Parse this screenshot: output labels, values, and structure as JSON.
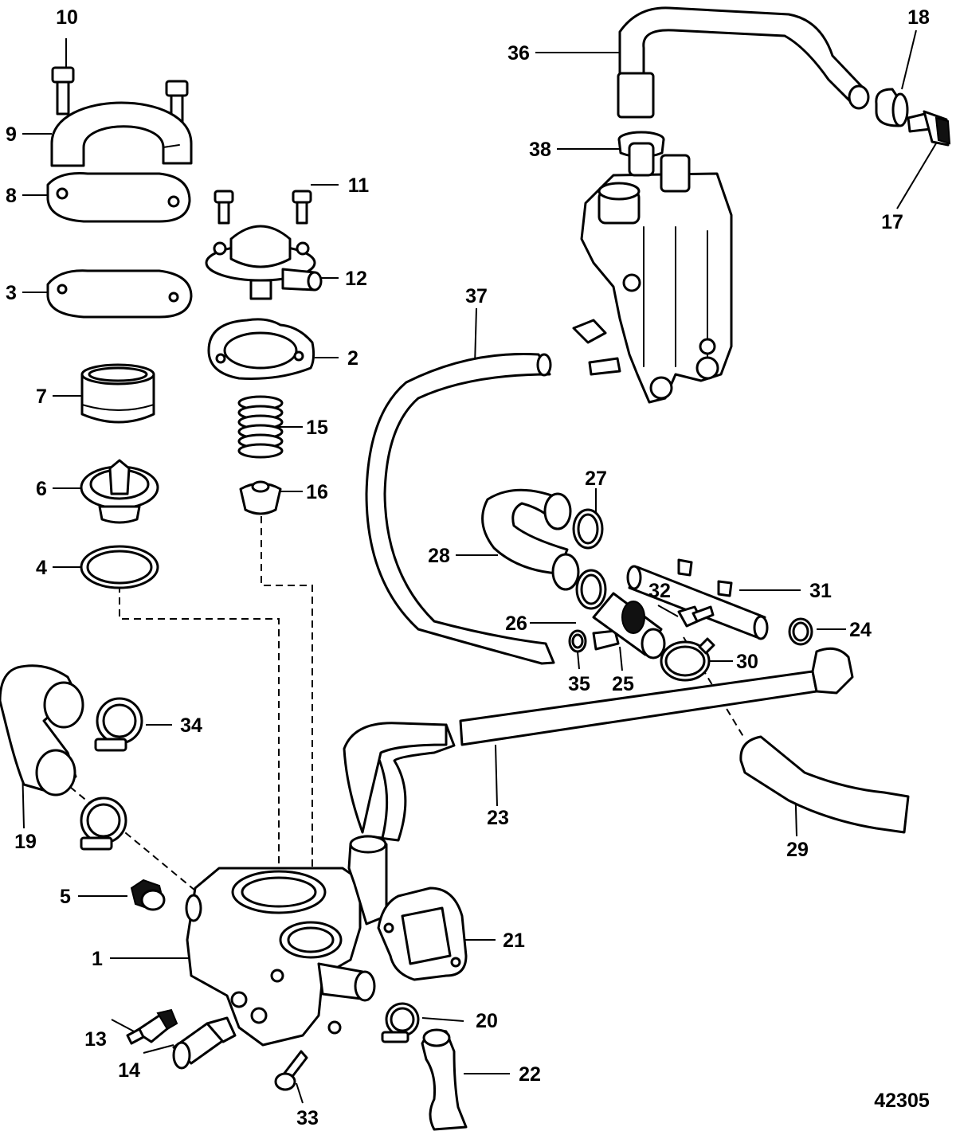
{
  "figure_number": "42305",
  "callouts": [
    {
      "id": "c10",
      "label": "10"
    },
    {
      "id": "c9",
      "label": "9"
    },
    {
      "id": "c8",
      "label": "8"
    },
    {
      "id": "c3",
      "label": "3"
    },
    {
      "id": "c7",
      "label": "7"
    },
    {
      "id": "c6",
      "label": "6"
    },
    {
      "id": "c4",
      "label": "4"
    },
    {
      "id": "c11",
      "label": "11"
    },
    {
      "id": "c12",
      "label": "12"
    },
    {
      "id": "c2",
      "label": "2"
    },
    {
      "id": "c15",
      "label": "15"
    },
    {
      "id": "c16",
      "label": "16"
    },
    {
      "id": "c36",
      "label": "36"
    },
    {
      "id": "c18",
      "label": "18"
    },
    {
      "id": "c38",
      "label": "38"
    },
    {
      "id": "c17",
      "label": "17"
    },
    {
      "id": "c37",
      "label": "37"
    },
    {
      "id": "c27",
      "label": "27"
    },
    {
      "id": "c28",
      "label": "28"
    },
    {
      "id": "c31",
      "label": "31"
    },
    {
      "id": "c32",
      "label": "32"
    },
    {
      "id": "c26",
      "label": "26"
    },
    {
      "id": "c24",
      "label": "24"
    },
    {
      "id": "c30",
      "label": "30"
    },
    {
      "id": "c35",
      "label": "35"
    },
    {
      "id": "c25",
      "label": "25"
    },
    {
      "id": "c34",
      "label": "34"
    },
    {
      "id": "c19",
      "label": "19"
    },
    {
      "id": "c23",
      "label": "23"
    },
    {
      "id": "c29",
      "label": "29"
    },
    {
      "id": "c5",
      "label": "5"
    },
    {
      "id": "c21",
      "label": "21"
    },
    {
      "id": "c1",
      "label": "1"
    },
    {
      "id": "c20",
      "label": "20"
    },
    {
      "id": "c13",
      "label": "13"
    },
    {
      "id": "c22",
      "label": "22"
    },
    {
      "id": "c14",
      "label": "14"
    },
    {
      "id": "c33",
      "label": "33"
    }
  ]
}
